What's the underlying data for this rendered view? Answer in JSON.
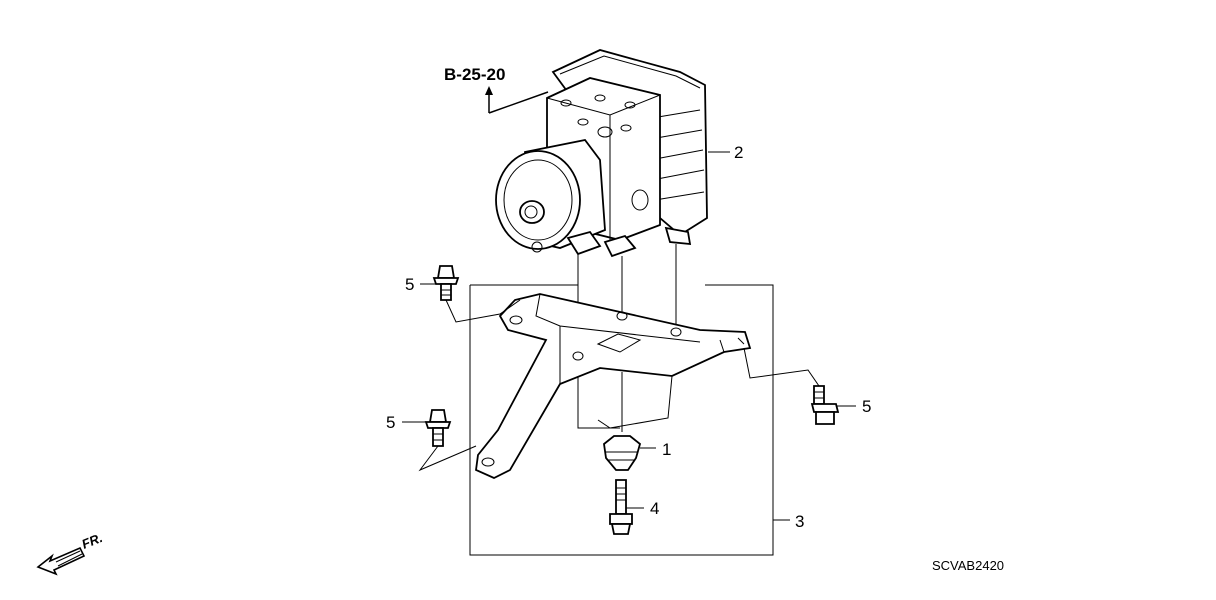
{
  "diagram": {
    "reference_code": "B-25-20",
    "part_number_code": "SCVAB2420",
    "front_indicator": "FR.",
    "callouts": [
      {
        "id": "c1",
        "label": "1"
      },
      {
        "id": "c2",
        "label": "2"
      },
      {
        "id": "c3",
        "label": "3"
      },
      {
        "id": "c4",
        "label": "4"
      },
      {
        "id": "c5a",
        "label": "5"
      },
      {
        "id": "c5b",
        "label": "5"
      },
      {
        "id": "c5c",
        "label": "5"
      }
    ]
  }
}
